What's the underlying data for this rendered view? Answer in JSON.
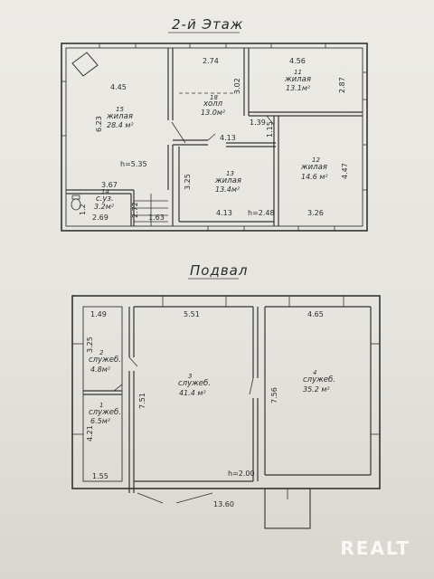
{
  "titles": {
    "floor2": "2-й Этаж",
    "basement": "Подвал"
  },
  "floor2": {
    "rooms": [
      {
        "id": "r1",
        "num": "15",
        "name": "жилая",
        "area": "28.4 м²"
      },
      {
        "id": "r2",
        "num": "18",
        "name": "холл",
        "area": "13.0м²"
      },
      {
        "id": "r3",
        "num": "11",
        "name": "жилая",
        "area": "13.1м²"
      },
      {
        "id": "r4",
        "num": "12",
        "name": "жилая",
        "area": "14.6 м²"
      },
      {
        "id": "r5",
        "num": "13",
        "name": "жилая",
        "area": "13.4м²"
      },
      {
        "id": "r6",
        "num": "14",
        "name": "с.уз.",
        "area": "3.2м²"
      }
    ],
    "dims": {
      "d445": "4.45",
      "d623": "6.23",
      "d535": "h=5.35",
      "d274": "2.74",
      "d302": "3.02",
      "d456": "4.56",
      "d287": "2.87",
      "d139": "1.39",
      "d115": "1.15",
      "d413a": "4.13",
      "d447": "4.47",
      "d367": "3.67",
      "d325": "3.25",
      "d269": "2.69",
      "d272": "2.72",
      "d163": "1.63",
      "d413b": "4.13",
      "dh248": "h=2.48",
      "d326": "3.26",
      "d12": "1.2"
    }
  },
  "basement": {
    "rooms": [
      {
        "id": "b1",
        "num": "2",
        "name": "служеб.",
        "area": "4.8м²"
      },
      {
        "id": "b2",
        "num": "1",
        "name": "служеб.",
        "area": "6.5м²"
      },
      {
        "id": "b3",
        "num": "3",
        "name": "служеб.",
        "area": "41.4 м²"
      },
      {
        "id": "b4",
        "num": "4",
        "name": "служеб.",
        "area": "35.2 м²"
      }
    ],
    "dims": {
      "d149": "1.49",
      "d551": "5.51",
      "d465": "4.65",
      "d325": "3.25",
      "d751": "7.51",
      "d756": "7.56",
      "d421": "4.21",
      "d155": "1.55",
      "dh200": "h=2.00",
      "d1360": "13.60"
    }
  },
  "watermark": "REALT"
}
